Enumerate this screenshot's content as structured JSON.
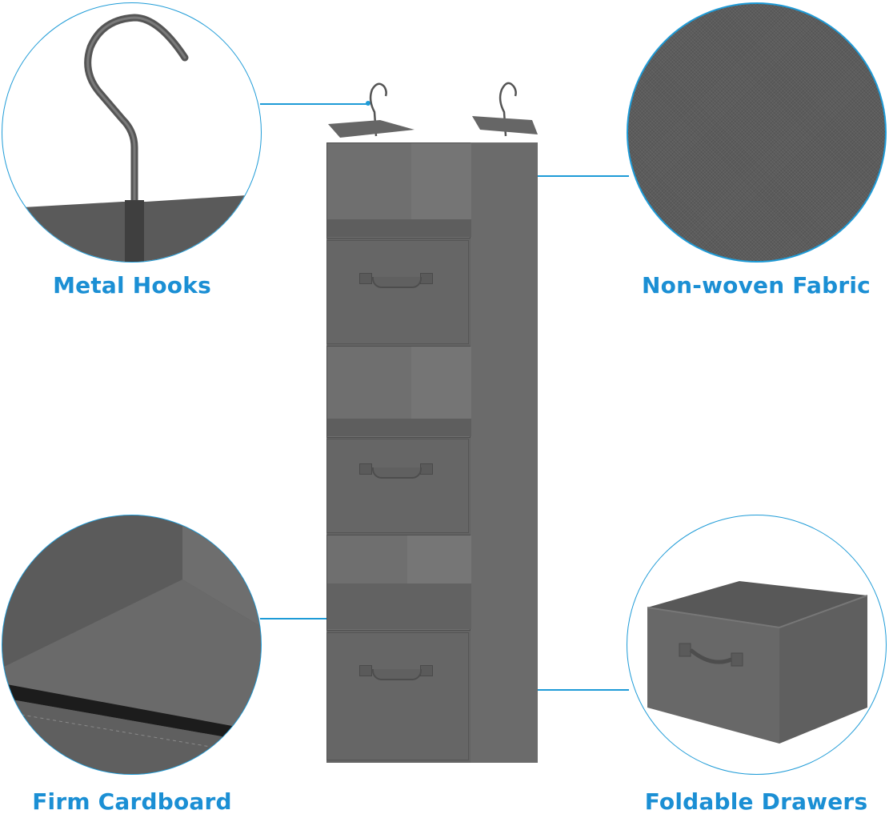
{
  "features": [
    {
      "id": "metal-hooks",
      "label": "Metal Hooks",
      "position": "top-left"
    },
    {
      "id": "non-woven-fabric",
      "label": "Non-woven Fabric",
      "position": "top-right"
    },
    {
      "id": "firm-cardboard",
      "label": "Firm Cardboard",
      "position": "bottom-left"
    },
    {
      "id": "foldable-drawers",
      "label": "Foldable Drawers",
      "position": "bottom-right"
    }
  ],
  "product": {
    "type": "hanging closet organizer",
    "sections": [
      "open shelf",
      "drawer",
      "open shelf",
      "drawer",
      "open shelf",
      "drawer"
    ],
    "color": "#6b6b6b"
  },
  "colors": {
    "accent": "#1b8fd4",
    "line": "#1e9bd7",
    "fabric": "#5c5c5c",
    "background": "#ffffff"
  }
}
